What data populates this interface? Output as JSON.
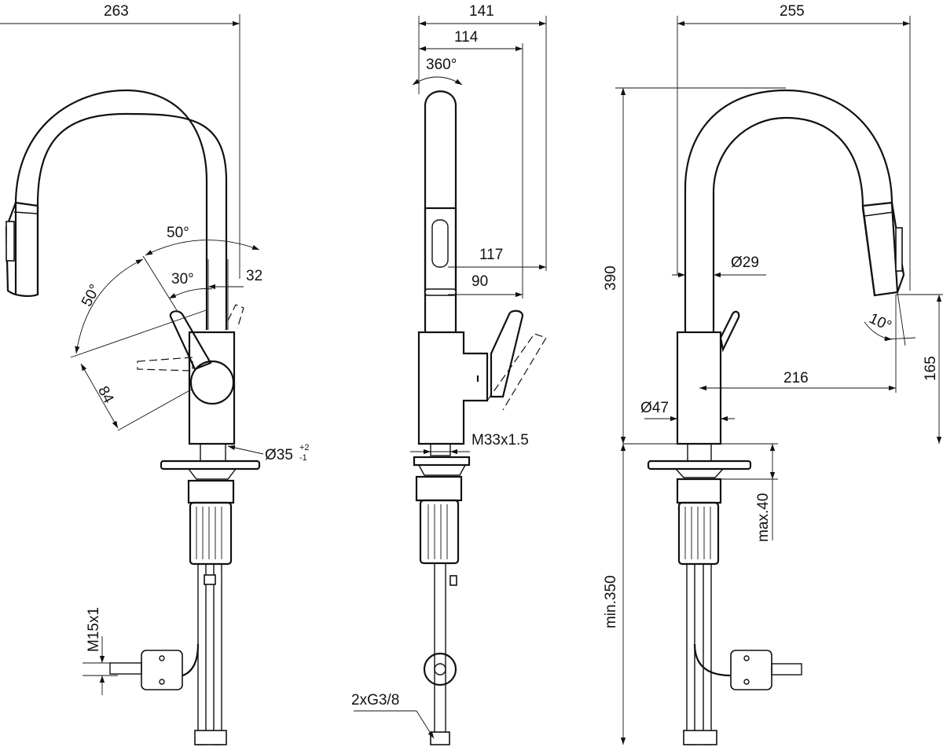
{
  "front_view": {
    "width_label": "263",
    "angle_upper": "50°",
    "angle_left": "50°",
    "angle_inner": "30°",
    "offset_label": "32",
    "radius_label": "84",
    "diameter_label": "Ø35",
    "tol_plus": "+2",
    "tol_minus": "-1",
    "thread_hose_label": "M15x1"
  },
  "side_view": {
    "width_total": "141",
    "width_spout": "114",
    "rotation_label": "360°",
    "reach_117": "117",
    "reach_90": "90",
    "thread_label": "M33x1.5",
    "connection_label": "2xG3/8"
  },
  "right_view": {
    "width_label": "255",
    "height_label": "390",
    "spout_diameter": "Ø29",
    "angle_label": "10°",
    "reach_label": "216",
    "clearance_label": "165",
    "body_diameter": "Ø47",
    "max_deck": "max.40",
    "min_hose": "min.350"
  }
}
